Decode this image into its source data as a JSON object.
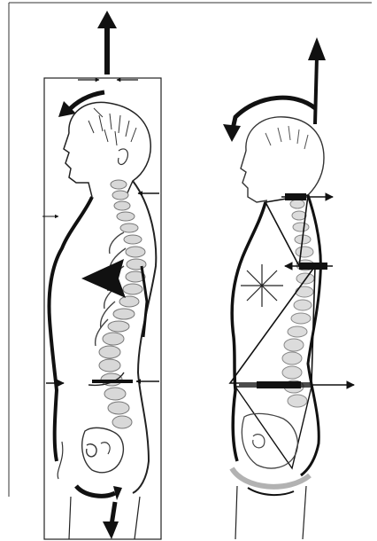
{
  "figure": {
    "panels": [
      {
        "id": "left",
        "icon": "posture-figure-with-spine-and-arrows"
      },
      {
        "id": "right",
        "icon": "posture-figure-with-spine-triangles-and-arrows"
      }
    ],
    "colors": {
      "ink": "#111111",
      "spine": "#9a9a9a",
      "paper": "#ffffff"
    }
  }
}
